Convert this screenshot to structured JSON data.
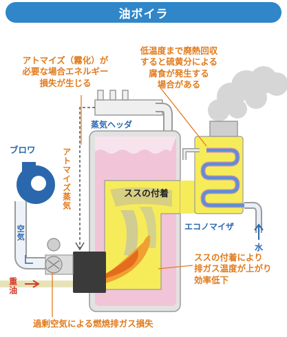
{
  "title": "油ボイラ",
  "annotations": {
    "atomize_loss": [
      "アトマイズ（霧化）が",
      "必要な場合エネルギー",
      "損失が生じる"
    ],
    "corrosion": [
      "低温度まで廃熱回収",
      "すると硫黄分による",
      "腐食が発生する",
      "場合がある"
    ],
    "soot_effect": [
      "ススの付着により",
      "排ガス温度が上がり",
      "効率低下"
    ],
    "excess_air": "過剰空気による燃焼排ガス損失"
  },
  "labels": {
    "steam_header": "蒸気ヘッダ",
    "soot": "ススの付着",
    "economizer": "エコノマイザ",
    "blower": "ブロワ",
    "atomize_steam": "アトマイズ蒸気",
    "air": "空気",
    "heavy_oil": "重油",
    "water": "水"
  },
  "colors": {
    "title_bg": "#2f86c8",
    "annotation_text": "#e07b1d",
    "component_text": "#2b67ad",
    "fuel_text": "#d43a2a",
    "boiler_body": "#f1c4d8",
    "flame": "#f0a030",
    "soot_yellow": "#f6ec5a",
    "smoke": "#d4d4d4"
  }
}
